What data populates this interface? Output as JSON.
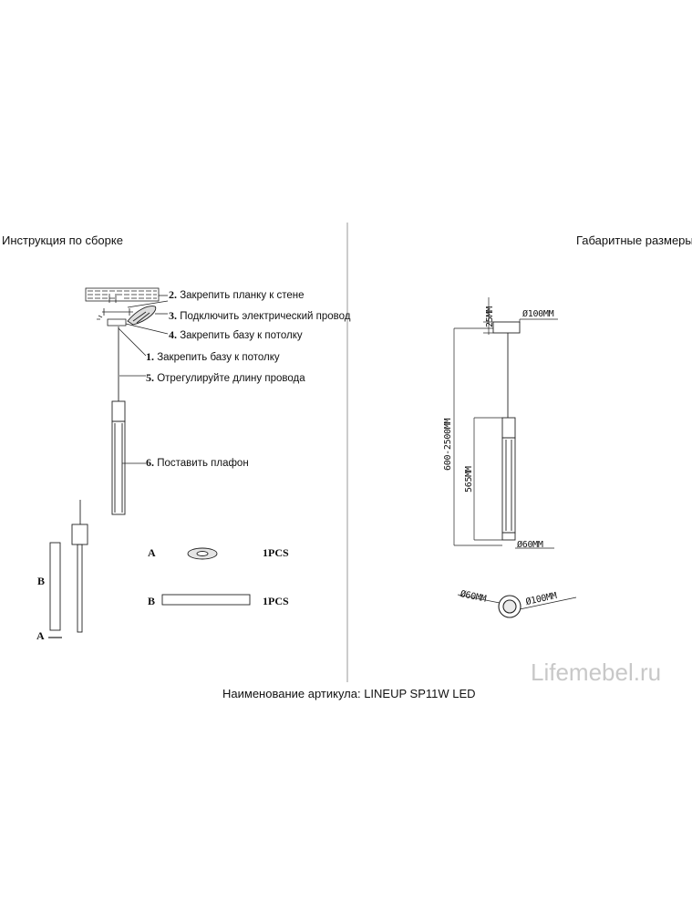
{
  "headers": {
    "left": "Инструкция по сборке",
    "right": "Габаритные размеры"
  },
  "steps": [
    {
      "num": "2.",
      "text": "Закрепить планку к стене"
    },
    {
      "num": "3.",
      "text": "Подключить электрический провод"
    },
    {
      "num": "4.",
      "text": "Закрепить базу к потолку"
    },
    {
      "num": "1.",
      "text": "Закрепить базу к потолку"
    },
    {
      "num": "5.",
      "text": "Отрегулируйте длину провода"
    },
    {
      "num": "6.",
      "text": "Поставить плафон"
    }
  ],
  "parts": [
    {
      "label": "A",
      "qty": "1PCS"
    },
    {
      "label": "B",
      "qty": "1PCS"
    }
  ],
  "part_side_labels": {
    "a": "A",
    "b": "B"
  },
  "dimensions": {
    "base_height": "25MM",
    "base_diameter": "Ø100MM",
    "total_length": "600-2500MM",
    "shade_length": "565MM",
    "shade_diameter": "Ø60MM",
    "top_view_inner": "Ø60MM",
    "top_view_outer": "Ø100MM"
  },
  "watermark": "Lifemebel.ru",
  "article": "Наименование артикула: LINEUP SP11W LED"
}
